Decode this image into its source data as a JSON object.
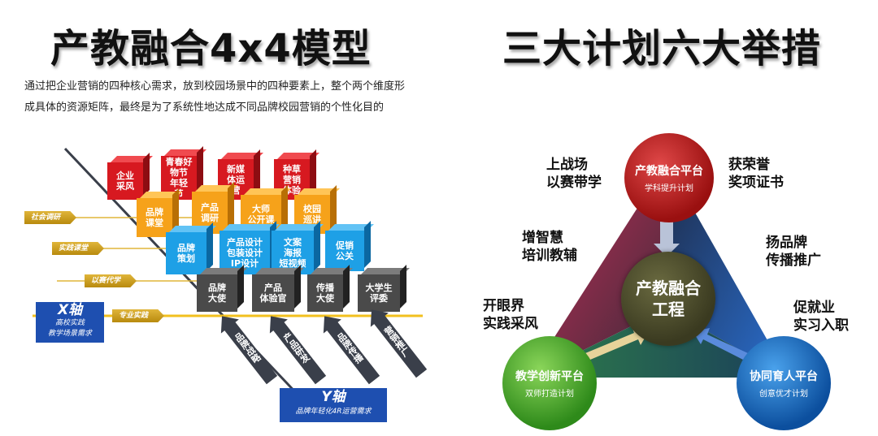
{
  "left": {
    "title": "产教融合4x4模型",
    "description_line1": "通过把企业营销的四种核心需求，放到校园场景中的四种要素上，整个两个维度形",
    "description_line2": "成具体的资源矩阵，最终是为了系统性地达成不同品牌校园营销的个性化目的",
    "row_red": [
      "企业\n采风",
      "青春好\n物节\n年轻\n节",
      "新媒\n体运\n营",
      "种草\n营销\n体验"
    ],
    "row_orange": [
      "品牌\n课堂",
      "产品\n调研",
      "大师\n公开课",
      "校园\n巡讲"
    ],
    "row_blue": [
      "品牌\n策划",
      "产品设计\n包装设计\nIP设计",
      "文案\n海报\n短视频",
      "促销\n公关"
    ],
    "row_gray": [
      "品牌\n大使",
      "产品\n体验官",
      "传播\n大使",
      "大学生\n评委"
    ],
    "x_tags": [
      "社会调研",
      "实践课堂",
      "以赛代学",
      "专业实践"
    ],
    "y_tags": [
      "品牌战略",
      "产品研发",
      "品牌传播",
      "营销推广"
    ],
    "x_axis": {
      "title": "X轴",
      "sub1": "高校实践",
      "sub2": "教学场景需求"
    },
    "y_axis": {
      "title": "Y轴",
      "sub": "品牌年轻化4R运营需求"
    }
  },
  "right": {
    "title": "三大计划六大举措",
    "center": "产教融合\n工程",
    "platforms": [
      {
        "name": "产教融合平台",
        "plan": "学科提升计划"
      },
      {
        "name": "教学创新平台",
        "plan": "双师打造计划"
      },
      {
        "name": "协同育人平台",
        "plan": "创意优才计划"
      }
    ],
    "measures": [
      "上战场\n以赛带学",
      "获荣誉\n奖项证书",
      "增智慧\n培训教辅",
      "扬品牌\n传播推广",
      "开眼界\n实践采风",
      "促就业\n实习入职"
    ]
  },
  "colors": {
    "red": "#d71920",
    "orange": "#f6a21a",
    "blue": "#1ea0e6",
    "gray": "#4a4a4a",
    "gold": "#c9971c",
    "navy": "#1e4fb0"
  }
}
